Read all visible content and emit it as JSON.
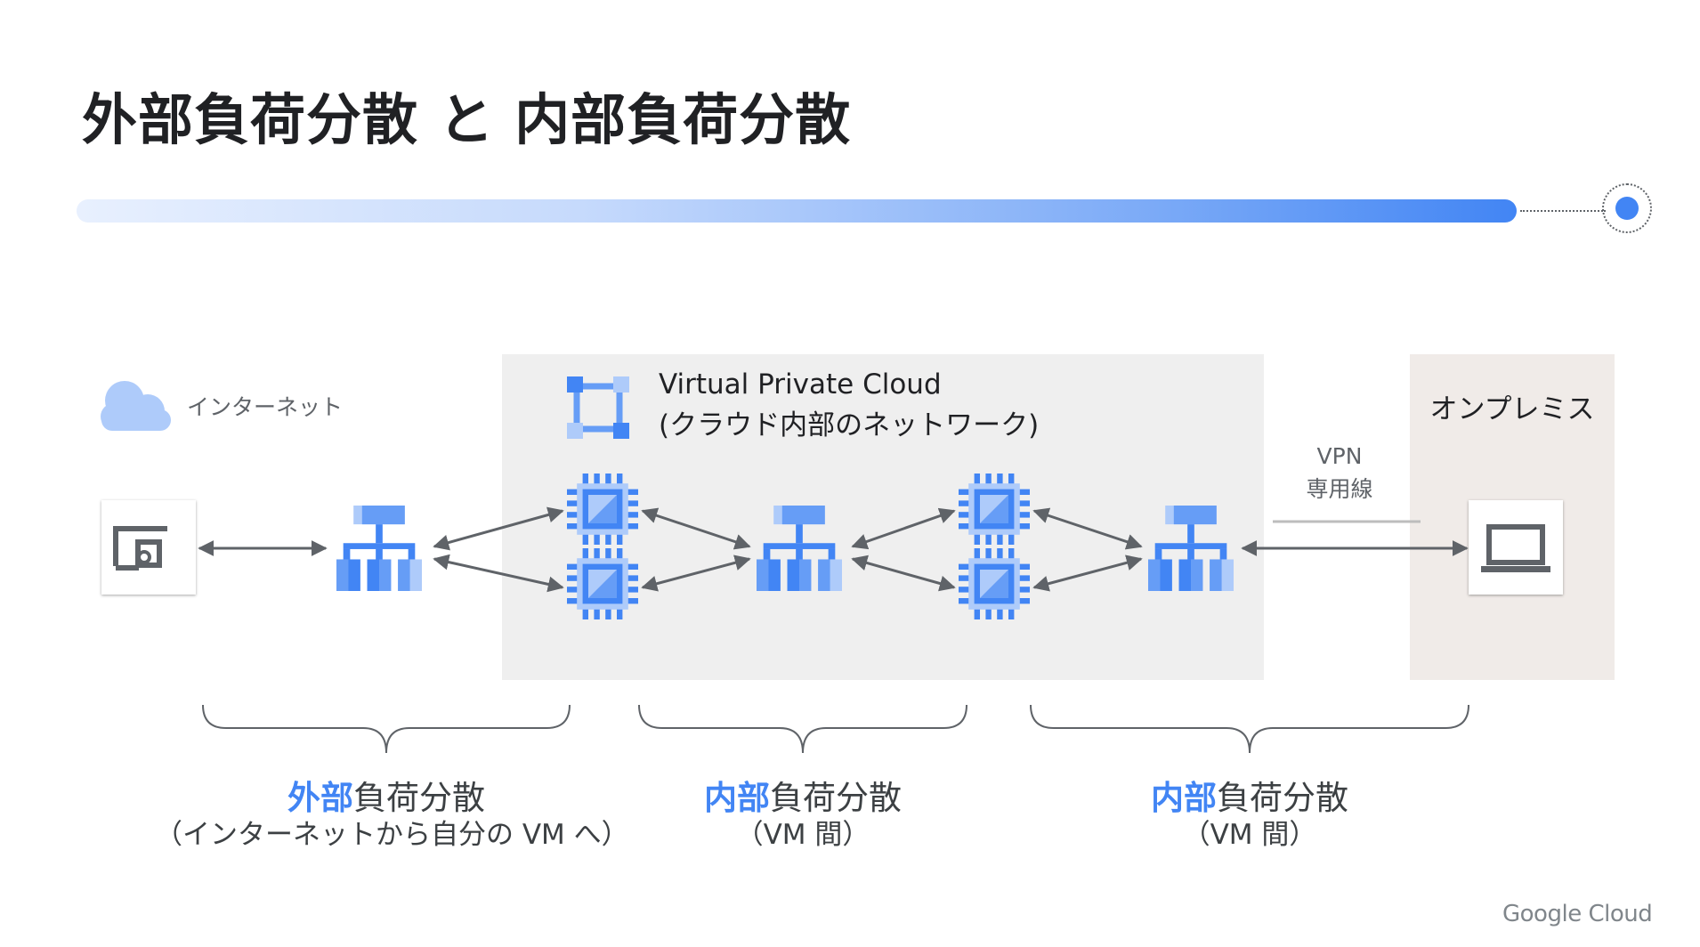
{
  "title": "外部負荷分散 と 内部負荷分散",
  "internet": {
    "label": "インターネット",
    "icon": "cloud-icon"
  },
  "vpc": {
    "title": "Virtual Private Cloud",
    "subtitle": "(クラウド内部のネットワーク)",
    "icon": "vpc-icon"
  },
  "onprem": {
    "label": "オンプレミス",
    "icon": "laptop-icon"
  },
  "vpn": {
    "line1": "VPN",
    "line2": "専用線"
  },
  "client": {
    "icon": "devices-icon"
  },
  "sections": [
    {
      "label_accent": "外部",
      "label_rest": "負荷分散",
      "sub": "（インターネットから自分の VM へ）"
    },
    {
      "label_accent": "内部",
      "label_rest": "負荷分散",
      "sub": "（VM 間）"
    },
    {
      "label_accent": "内部",
      "label_rest": "負荷分散",
      "sub": "（VM 間）"
    }
  ],
  "brand": "Google Cloud",
  "colors": {
    "accent": "#4285f4",
    "icon_light": "#aecbfa",
    "icon_mid": "#669df6",
    "icon_dark": "#4285f4",
    "vpc_bg": "#efefef",
    "onprem_bg": "#f0ebe8",
    "arrow": "#5f6368"
  }
}
